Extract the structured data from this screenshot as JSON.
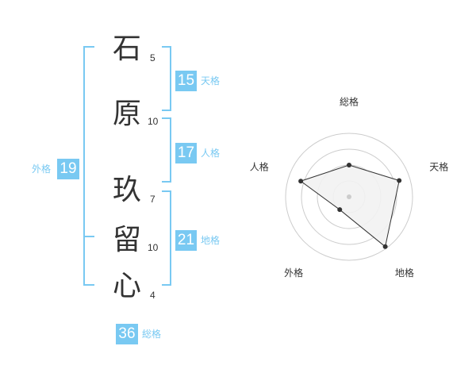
{
  "name": {
    "chars": [
      {
        "char": "石",
        "strokes": "5"
      },
      {
        "char": "原",
        "strokes": "10"
      },
      {
        "char": "玖",
        "strokes": "7"
      },
      {
        "char": "留",
        "strokes": "10"
      },
      {
        "char": "心",
        "strokes": "4"
      }
    ]
  },
  "kaku": {
    "tenkaku": {
      "value": "15",
      "label": "天格"
    },
    "jinkaku": {
      "value": "17",
      "label": "人格"
    },
    "chikaku": {
      "value": "21",
      "label": "地格"
    },
    "gaikaku": {
      "value": "19",
      "label": "外格"
    },
    "soukaku": {
      "value": "36",
      "label": "総格"
    }
  },
  "chart_data": {
    "type": "radar",
    "axes": [
      "総格",
      "天格",
      "地格",
      "外格",
      "人格"
    ],
    "values": [
      0.5,
      0.83,
      0.97,
      0.25,
      0.8
    ],
    "scale_max": 1,
    "rings": 4,
    "colors": {
      "fill": "#f2f2f2",
      "line": "#333333",
      "grid": "#cccccc",
      "point": "#333333",
      "center": "#cccccc"
    }
  }
}
